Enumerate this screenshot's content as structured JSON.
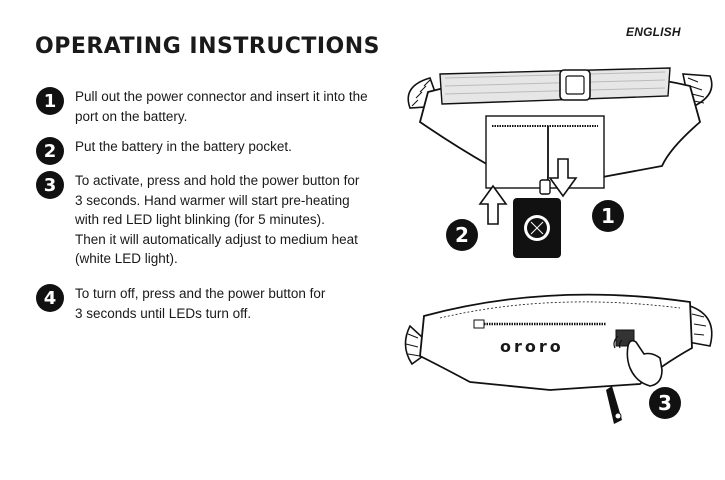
{
  "header": {
    "language": "ENGLISH",
    "title": "OPERATING INSTRUCTIONS"
  },
  "steps": [
    {
      "number": "1",
      "lines": [
        "Pull out the power connector and insert it into the",
        "port on the battery."
      ]
    },
    {
      "number": "2",
      "lines": [
        "Put the battery in the battery pocket."
      ]
    },
    {
      "number": "3",
      "lines": [
        "To activate, press and hold the power button for",
        "3 seconds. Hand warmer will start pre-heating",
        "with red LED light blinking (for 5 minutes).",
        "Then it will automatically adjust to medium heat",
        "(white LED light)."
      ]
    },
    {
      "number": "4",
      "lines": [
        "To turn off, press and the power button for",
        "3 seconds until LEDs turn off."
      ]
    }
  ],
  "illustrations": {
    "top_badges": [
      "2",
      "1"
    ],
    "bottom_brand": "ororo",
    "bottom_badge": "3"
  }
}
